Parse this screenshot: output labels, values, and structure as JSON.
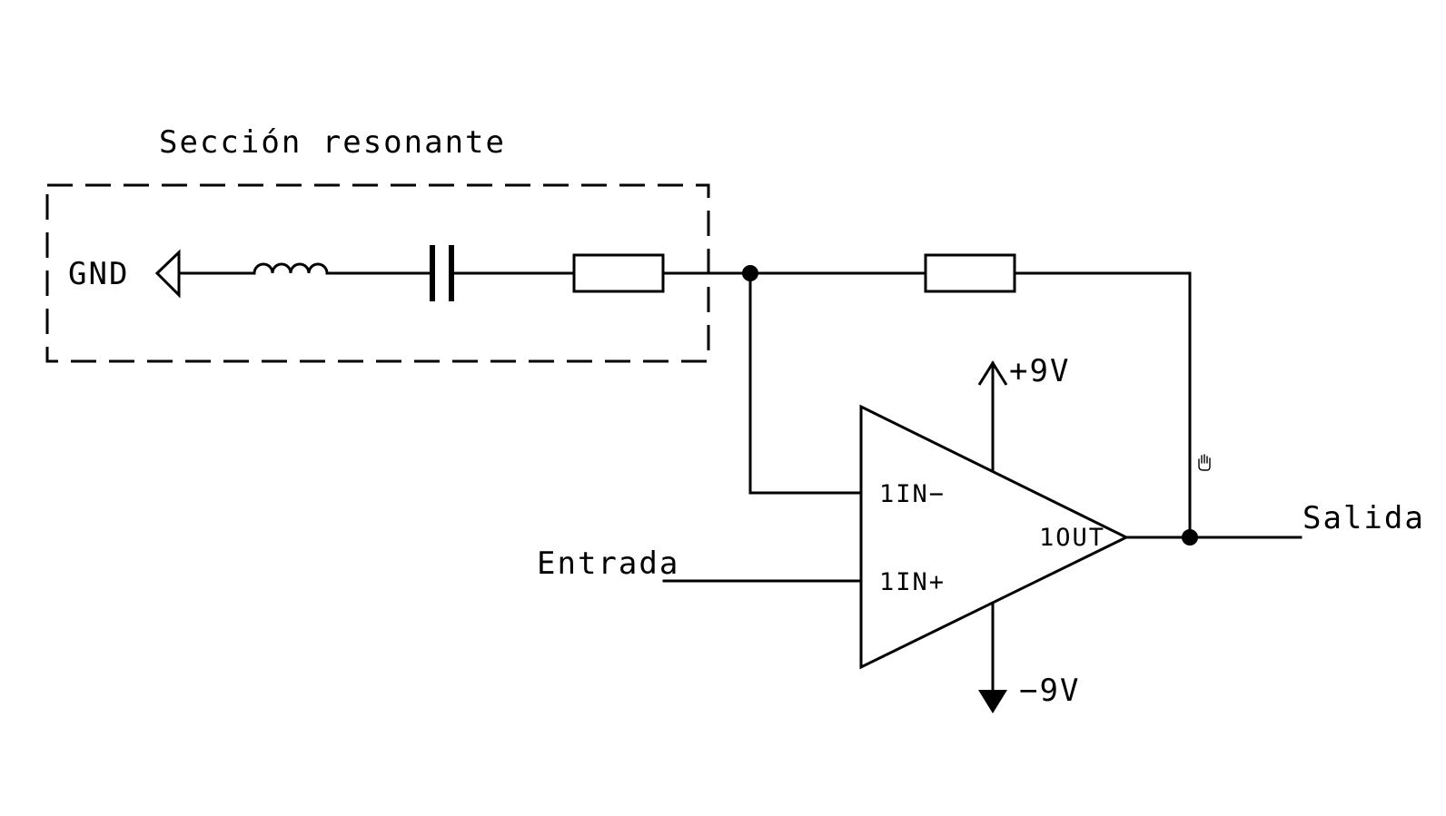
{
  "labels": {
    "section_title": "Sección resonante",
    "gnd": "GND",
    "input": "Entrada",
    "output": "Salida",
    "vpos": "+9V",
    "vneg": "−9V",
    "opamp_in_minus": "1IN−",
    "opamp_in_plus": "1IN+",
    "opamp_out": "1OUT"
  },
  "icons": {
    "cursor": "hand-cursor-icon"
  }
}
